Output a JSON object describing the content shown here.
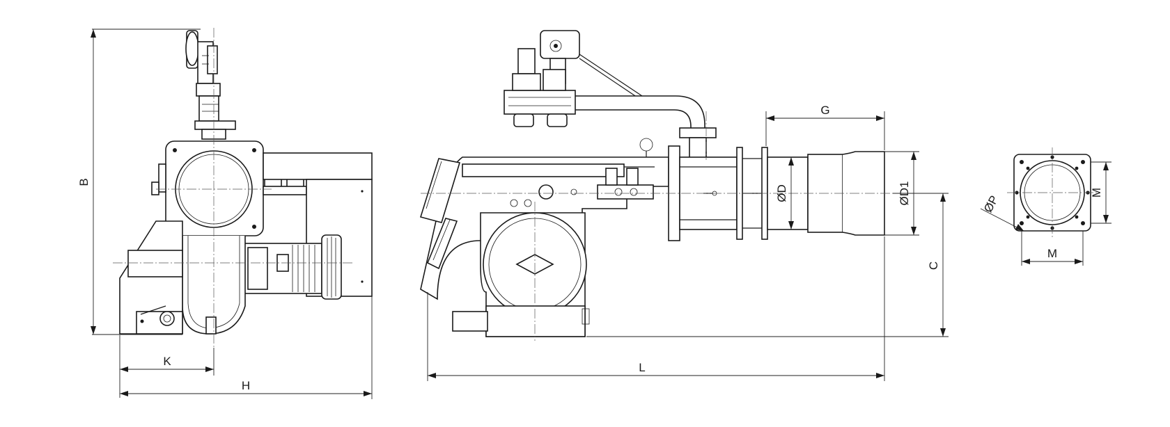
{
  "dimension_labels": {
    "B": "B",
    "C": "C",
    "G": "G",
    "H": "H",
    "K": "K",
    "L": "L",
    "D": "ØD",
    "D1": "ØD1",
    "P": "ØP",
    "M_vertical": "M",
    "M_horizontal": "M"
  },
  "colors": {
    "line": "#1a1a1a",
    "background": "#ffffff"
  }
}
